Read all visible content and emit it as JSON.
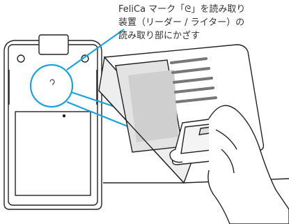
{
  "caption": {
    "line1": "FeliCa マーク「",
    "line1_after": "」を読み取り",
    "line2": "装置（リーダー / ライター）の",
    "line3": "読み取り部にかざす"
  },
  "colors": {
    "outline": "#222222",
    "callout": "#1aa3dc",
    "screen": "#e6e6e6",
    "body": "#ffffff"
  }
}
